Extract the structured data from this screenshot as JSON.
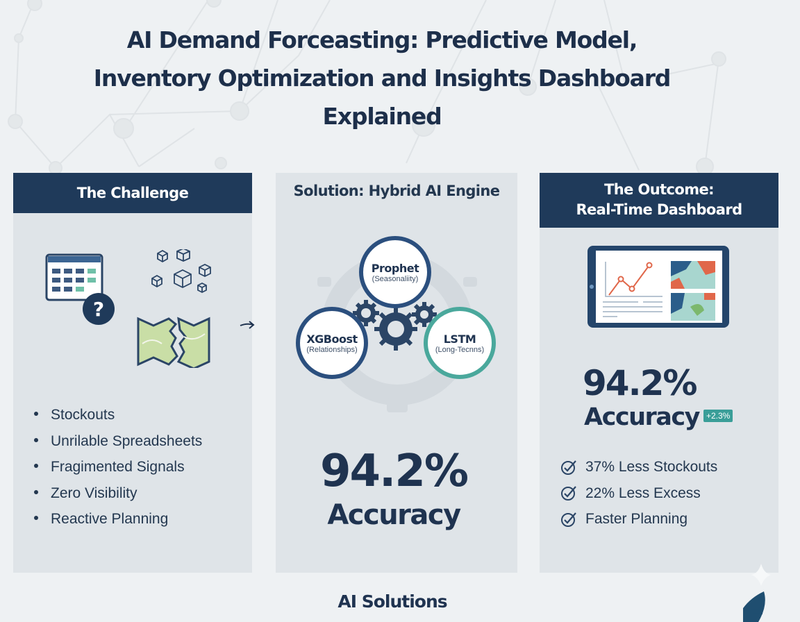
{
  "title": {
    "line1": "AI Demand Forceasting: Predictive Model,",
    "line2": "Inventory Optimization and Insights Dashboard",
    "line3": "Explained"
  },
  "panels": {
    "challenge": {
      "header": "The Challenge",
      "icons": [
        "spreadsheet-question-icon",
        "scattered-boxes-icon",
        "torn-map-icon"
      ],
      "bullets": [
        "Stockouts",
        "Unrilable Spreadsheets",
        "Fragimented Signals",
        "Zero Visibility",
        "Reactive Planning"
      ]
    },
    "solution": {
      "header": "Solution: Hybrid AI Engine",
      "models": [
        {
          "name": "Prophet",
          "role": "(Seasonaliity)",
          "color": "#2b4f7e"
        },
        {
          "name": "XGBoost",
          "role": "(Relationships)",
          "color": "#2b4f7e"
        },
        {
          "name": "LSTM",
          "role": "(Long-Tecnns)",
          "color": "#4aa89c"
        }
      ],
      "accuracy_value": "94.2%",
      "accuracy_label": "Accuracy"
    },
    "outcome": {
      "header_line1": "The Outcome:",
      "header_line2": "Real-Time Dashboard",
      "accuracy_value": "94.2%",
      "accuracy_label": "Accuracy",
      "accuracy_delta": "+2.3%",
      "checks": [
        "37% Less Stockouts",
        "22% Less Excess",
        "Faster Planning"
      ]
    }
  },
  "footer": "AI Solutions",
  "colors": {
    "navy": "#1f3a5a",
    "teal": "#3a9e98",
    "panel_bg": "#dfe4e8",
    "page_bg": "#eef1f3",
    "accent_orange": "#e0674a"
  }
}
